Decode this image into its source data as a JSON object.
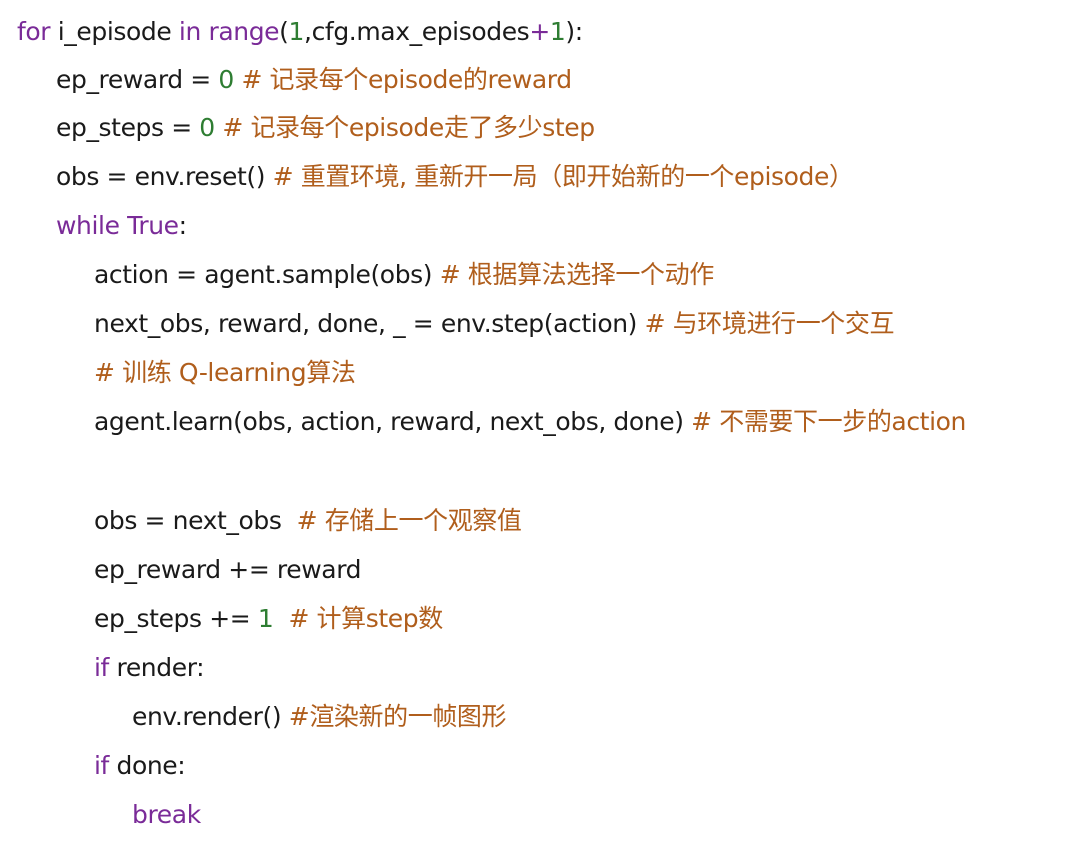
{
  "code": {
    "lines": [
      {
        "indent": 0,
        "tokens": [
          {
            "text": "for",
            "type": "kw"
          },
          {
            "text": " i_episode ",
            "type": "tx"
          },
          {
            "text": "in",
            "type": "kw"
          },
          {
            "text": " ",
            "type": "tx"
          },
          {
            "text": "range",
            "type": "kw"
          },
          {
            "text": "(",
            "type": "tx"
          },
          {
            "text": "1",
            "type": "num"
          },
          {
            "text": ",cfg.max_episodes",
            "type": "tx"
          },
          {
            "text": "+",
            "type": "op"
          },
          {
            "text": "1",
            "type": "num"
          },
          {
            "text": "):",
            "type": "tx"
          }
        ]
      },
      {
        "indent": 1,
        "tokens": [
          {
            "text": "ep_reward = ",
            "type": "tx"
          },
          {
            "text": "0",
            "type": "num"
          },
          {
            "text": " # 记录每个episode的reward",
            "type": "cm"
          }
        ]
      },
      {
        "indent": 1,
        "tokens": [
          {
            "text": "ep_steps = ",
            "type": "tx"
          },
          {
            "text": "0",
            "type": "num"
          },
          {
            "text": " # 记录每个episode走了多少step",
            "type": "cm"
          }
        ]
      },
      {
        "indent": 1,
        "tokens": [
          {
            "text": "obs = env.reset() ",
            "type": "tx"
          },
          {
            "text": "# 重置环境, 重新开一局（即开始新的一个episode）",
            "type": "cm"
          }
        ]
      },
      {
        "indent": 1,
        "tokens": [
          {
            "text": "while",
            "type": "kw"
          },
          {
            "text": " ",
            "type": "tx"
          },
          {
            "text": "True",
            "type": "kw"
          },
          {
            "text": ":",
            "type": "tx"
          }
        ]
      },
      {
        "indent": 2,
        "tokens": [
          {
            "text": "action = agent.sample(obs) ",
            "type": "tx"
          },
          {
            "text": "# 根据算法选择一个动作",
            "type": "cm"
          }
        ]
      },
      {
        "indent": 2,
        "tokens": [
          {
            "text": "next_obs, reward, done, _ = env.step(action) ",
            "type": "tx"
          },
          {
            "text": "# 与环境进行一个交互",
            "type": "cm"
          }
        ]
      },
      {
        "indent": 2,
        "tokens": [
          {
            "text": "# 训练 Q-learning算法",
            "type": "cm"
          }
        ]
      },
      {
        "indent": 2,
        "tokens": [
          {
            "text": "agent.learn(obs, action, reward, next_obs, done) ",
            "type": "tx"
          },
          {
            "text": "# 不需要下一步的action",
            "type": "cm"
          }
        ]
      },
      {
        "indent": 2,
        "tokens": []
      },
      {
        "indent": 2,
        "tokens": [
          {
            "text": "obs = next_obs  ",
            "type": "tx"
          },
          {
            "text": "# 存储上一个观察值",
            "type": "cm"
          }
        ]
      },
      {
        "indent": 2,
        "tokens": [
          {
            "text": "ep_reward += reward",
            "type": "tx"
          }
        ]
      },
      {
        "indent": 2,
        "tokens": [
          {
            "text": "ep_steps += ",
            "type": "tx"
          },
          {
            "text": "1",
            "type": "num"
          },
          {
            "text": "  # 计算step数",
            "type": "cm"
          }
        ]
      },
      {
        "indent": 2,
        "tokens": [
          {
            "text": "if",
            "type": "kw"
          },
          {
            "text": " render:",
            "type": "tx"
          }
        ]
      },
      {
        "indent": 3,
        "tokens": [
          {
            "text": "env.render() ",
            "type": "tx"
          },
          {
            "text": "#渲染新的一帧图形",
            "type": "cm"
          }
        ]
      },
      {
        "indent": 2,
        "tokens": [
          {
            "text": "if",
            "type": "kw"
          },
          {
            "text": " done:",
            "type": "tx"
          }
        ]
      },
      {
        "indent": 3,
        "tokens": [
          {
            "text": "break",
            "type": "kw"
          }
        ]
      }
    ]
  },
  "colors": {
    "keyword": "#7a2b98",
    "number": "#2e7d32",
    "comment": "#b05e1c",
    "text": "#1a1a1a",
    "background": "#ffffff"
  }
}
